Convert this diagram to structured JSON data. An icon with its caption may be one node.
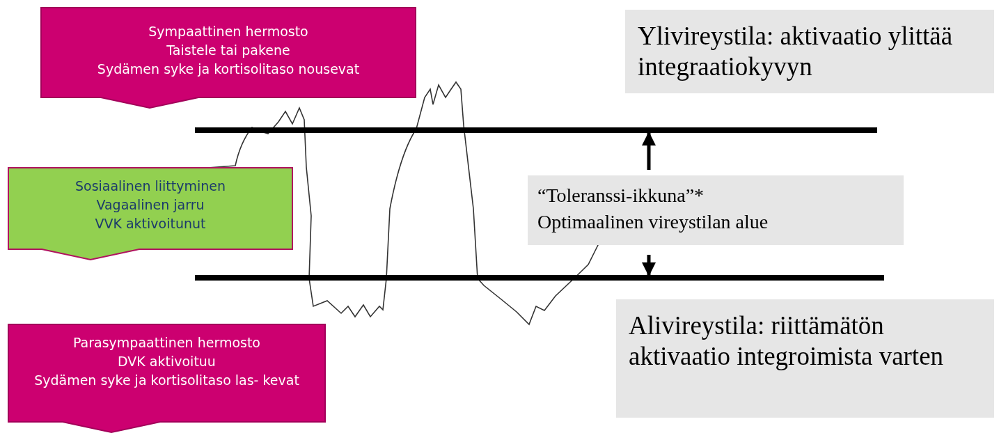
{
  "diagram": {
    "nodes": [
      {
        "text": [
          "Sympaattinen hermosto",
          "Taistele tai pakene",
          "Sydämen syke ja kortisolitaso nousevat"
        ]
      },
      {
        "text": [
          "Sosiaalinen liittyminen",
          "Vagaalinen jarru",
          "VVK aktivoitunut"
        ]
      },
      {
        "text": [
          "Parasympaattinen hermosto",
          "DVK aktivoituu",
          "Sydämen syke ja kortisolitaso las- kevat"
        ]
      },
      {
        "text": [
          "Ylivireystila: aktivaatio ylittää integraatiokyvyn"
        ]
      },
      {
        "text": [],
        "shape": "bar"
      },
      {
        "text": [
          "“Toleranssi-ikkuna”*",
          "Optimaalinen vireystilan alue"
        ]
      },
      {
        "text": [],
        "shape": "bar"
      },
      {
        "text": [
          "Alivireystila: riittämätön aktivaatio integroimista varten"
        ]
      }
    ],
    "edges": [
      {
        "from": 5,
        "to": 4,
        "arrow": "to"
      },
      {
        "from": 5,
        "to": 6,
        "arrow": "to"
      }
    ]
  }
}
